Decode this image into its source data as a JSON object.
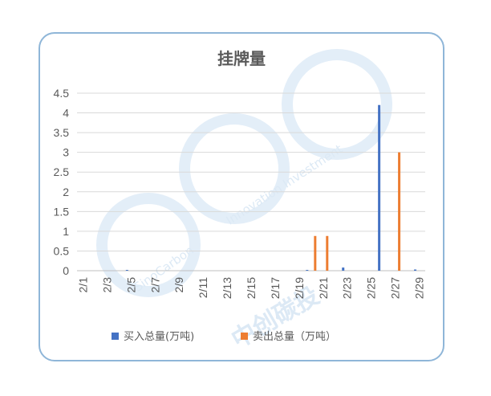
{
  "chart_data": {
    "type": "bar",
    "title": "挂牌量",
    "xlabel": "",
    "ylabel": "",
    "ylim": [
      0,
      4.5
    ],
    "yticks": [
      "0",
      "0.5",
      "1",
      "1.5",
      "2",
      "2.5",
      "3",
      "3.5",
      "4",
      "4.5"
    ],
    "categories": [
      "2/1",
      "2/2",
      "2/3",
      "2/4",
      "2/5",
      "2/6",
      "2/7",
      "2/8",
      "2/9",
      "2/10",
      "2/11",
      "2/12",
      "2/13",
      "2/14",
      "2/15",
      "2/16",
      "2/17",
      "2/18",
      "2/19",
      "2/20",
      "2/21",
      "2/22",
      "2/23",
      "2/24",
      "2/25",
      "2/26",
      "2/27",
      "2/28",
      "2/29"
    ],
    "xtick_labels": [
      "2/1",
      "2/3",
      "2/5",
      "2/7",
      "2/9",
      "2/11",
      "2/13",
      "2/15",
      "2/17",
      "2/19",
      "2/21",
      "2/23",
      "2/25",
      "2/27",
      "2/29"
    ],
    "series": [
      {
        "name": "买入总量(万吨)",
        "color": "#4472c4",
        "values": [
          0,
          0,
          0,
          0,
          0.02,
          0,
          0,
          0,
          0,
          0,
          0,
          0,
          0,
          0,
          0,
          0,
          0,
          0,
          0,
          0.02,
          0,
          0,
          0.08,
          0,
          0,
          4.2,
          0,
          0,
          0.03
        ]
      },
      {
        "name": "卖出总量（万吨）",
        "color": "#ed7d31",
        "values": [
          0,
          0,
          0,
          0,
          0,
          0,
          0,
          0,
          0,
          0,
          0,
          0,
          0,
          0,
          0,
          0,
          0,
          0,
          0,
          0.88,
          0.88,
          0,
          0,
          0,
          0,
          0,
          3.0,
          0,
          0
        ]
      }
    ],
    "grid": true,
    "legend": "bottom"
  },
  "watermark": {
    "brand": "SinoCarbon",
    "slogan": "Innovation  Investment",
    "chinese": "中创碳投",
    "color": "#dce9f5"
  }
}
